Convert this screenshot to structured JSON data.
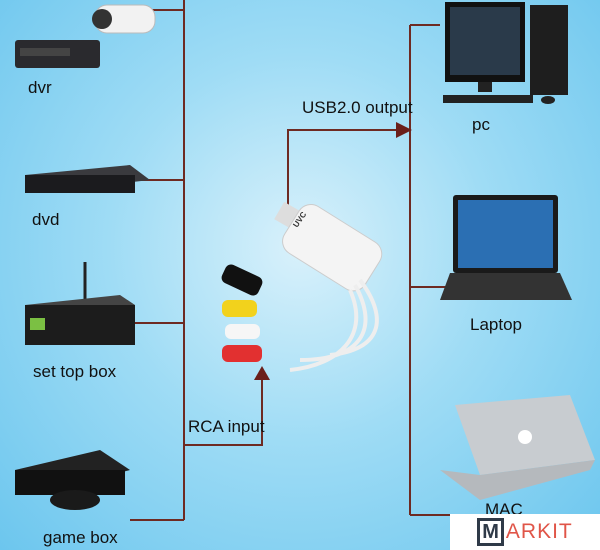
{
  "inputs": [
    {
      "label": "dvr",
      "icon": "dvr-camera-icon"
    },
    {
      "label": "dvd",
      "icon": "dvd-player-icon"
    },
    {
      "label": "set top box",
      "icon": "set-top-box-icon"
    },
    {
      "label": "game box",
      "icon": "game-console-icon"
    }
  ],
  "outputs": [
    {
      "label": "pc",
      "icon": "desktop-pc-icon"
    },
    {
      "label": "Laptop",
      "icon": "laptop-icon"
    },
    {
      "label": "MAC",
      "icon": "macbook-icon"
    }
  ],
  "device": {
    "usb_label": "USB2.0 output",
    "rca_label": "RCA input",
    "brand_mark": "UVC"
  },
  "watermark": {
    "box_letter": "M",
    "rest": "ARKIT"
  },
  "colors": {
    "line": "#7a2a22",
    "arrow": "#6b1f1a"
  }
}
